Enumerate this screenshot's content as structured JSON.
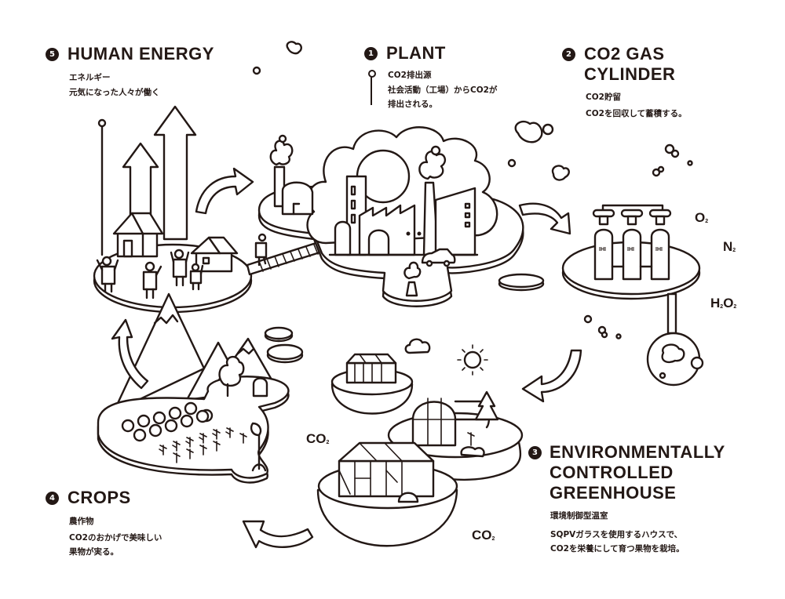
{
  "sections": {
    "human_energy": {
      "number": "5",
      "title": "HUMAN ENERGY",
      "subtitle": "エネルギー",
      "description": "元気になった人々が働く"
    },
    "plant": {
      "number": "1",
      "title": "PLANT",
      "subtitle": "CO2排出源",
      "description_line1": "社会活動（工場）からCO2が",
      "description_line2": "排出される。"
    },
    "co2_gas_cylinder": {
      "number": "2",
      "title_line1": "CO2 GAS",
      "title_line2": "CYLINDER",
      "subtitle": "CO2貯留",
      "description": "CO2を回収して蓄積する。"
    },
    "greenhouse": {
      "number": "3",
      "title_line1": "ENVIRONMENTALLY",
      "title_line2": "CONTROLLED",
      "title_line3": "GREENHOUSE",
      "subtitle": "環境制御型温室",
      "description_line1": "SQPVガラスを使用するハウスで、",
      "description_line2": "CO2を栄養にして育つ果物を栽培。"
    },
    "crops": {
      "number": "4",
      "title": "CROPS",
      "subtitle": "農作物",
      "description_line1": "CO2のおかげで美味しい",
      "description_line2": "果物が実る。"
    }
  },
  "chemicals": {
    "o2": {
      "base": "O",
      "sub": "2"
    },
    "n2": {
      "base": "N",
      "sub": "2"
    },
    "h2o2": {
      "base1": "H",
      "sub1": "2",
      "base2": "O",
      "sub2": "2"
    },
    "co2_left": {
      "base": "CO",
      "sub": "2"
    },
    "co2_bottom": {
      "base": "CO",
      "sub": "2"
    }
  },
  "cylinders": {
    "label": "IHI",
    "count": 3
  },
  "colors": {
    "ink": "#231815",
    "background": "#ffffff"
  }
}
